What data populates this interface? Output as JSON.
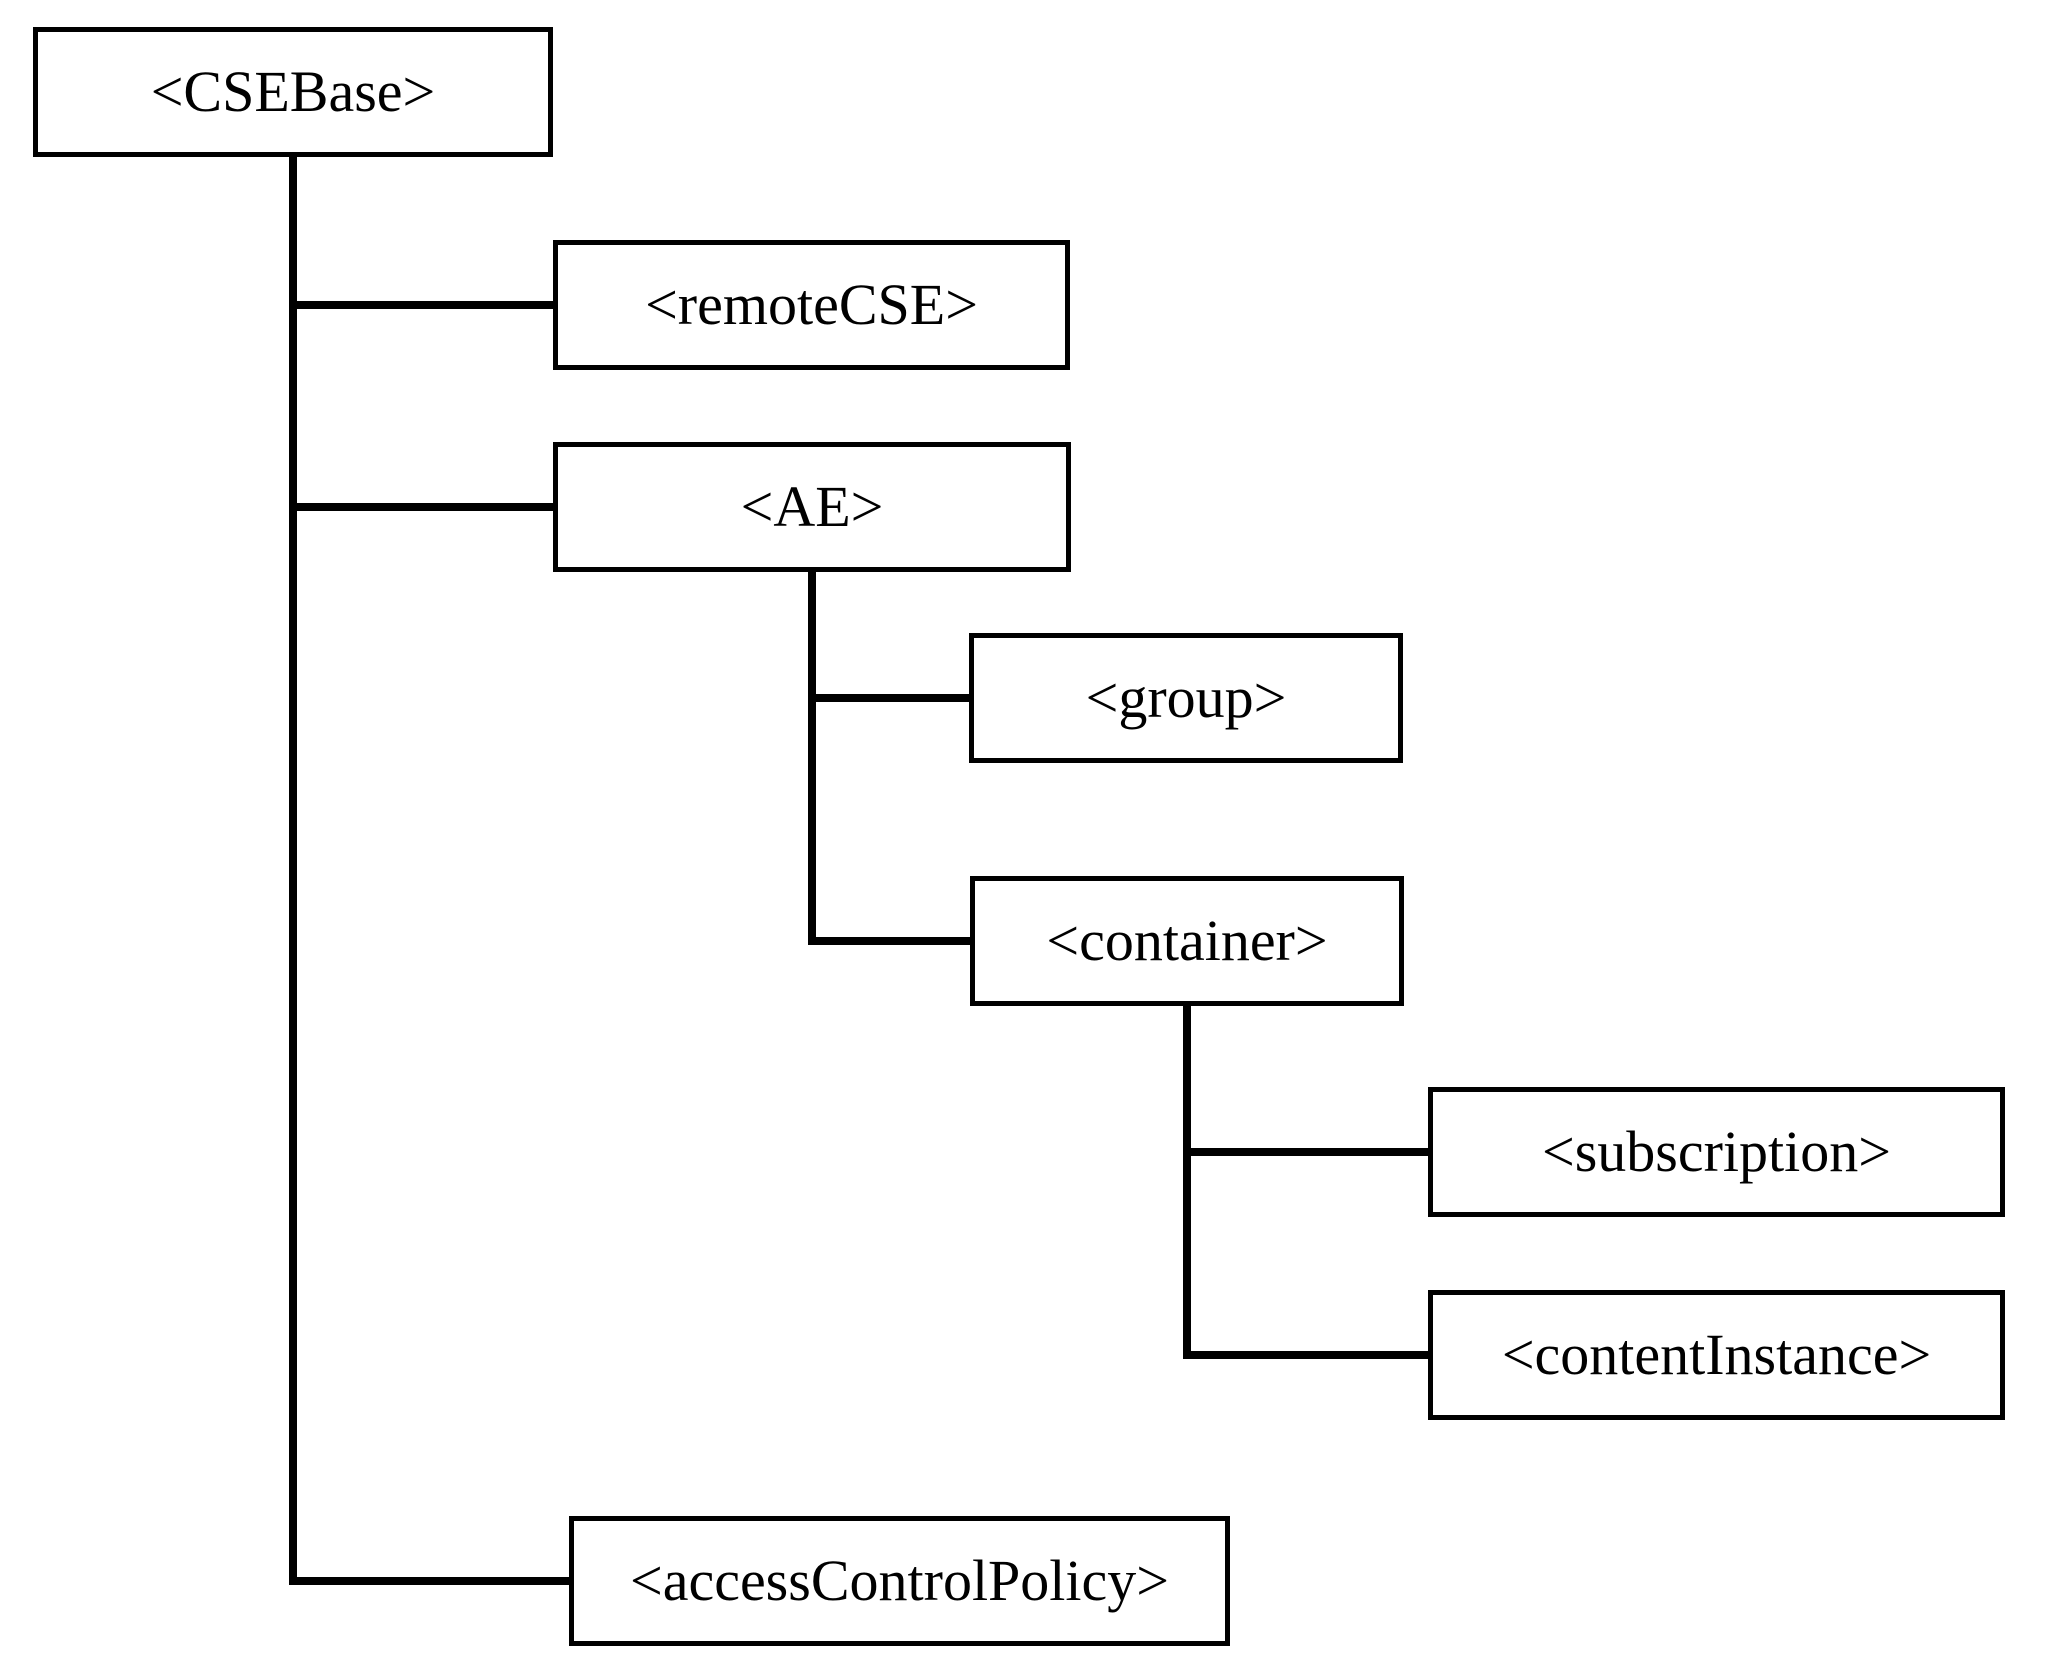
{
  "diagram": {
    "type": "tree",
    "colors": {
      "background": "#ffffff",
      "box_fill": "#ffffff",
      "box_border": "#000000",
      "line": "#000000",
      "text": "#000000"
    },
    "nodes": {
      "csebase": {
        "label": "<CSEBase>"
      },
      "remotecse": {
        "label": "<remoteCSE>"
      },
      "ae": {
        "label": "<AE>"
      },
      "group": {
        "label": "<group>"
      },
      "container": {
        "label": "<container>"
      },
      "subscription": {
        "label": "<subscription>"
      },
      "contentinstance": {
        "label": "<contentInstance>"
      },
      "accesscontrolpolicy": {
        "label": "<accessControlPolicy>"
      }
    },
    "edges": [
      {
        "from": "csebase",
        "to": "remotecse"
      },
      {
        "from": "csebase",
        "to": "ae"
      },
      {
        "from": "csebase",
        "to": "accesscontrolpolicy"
      },
      {
        "from": "ae",
        "to": "group"
      },
      {
        "from": "ae",
        "to": "container"
      },
      {
        "from": "container",
        "to": "subscription"
      },
      {
        "from": "container",
        "to": "contentinstance"
      }
    ]
  }
}
